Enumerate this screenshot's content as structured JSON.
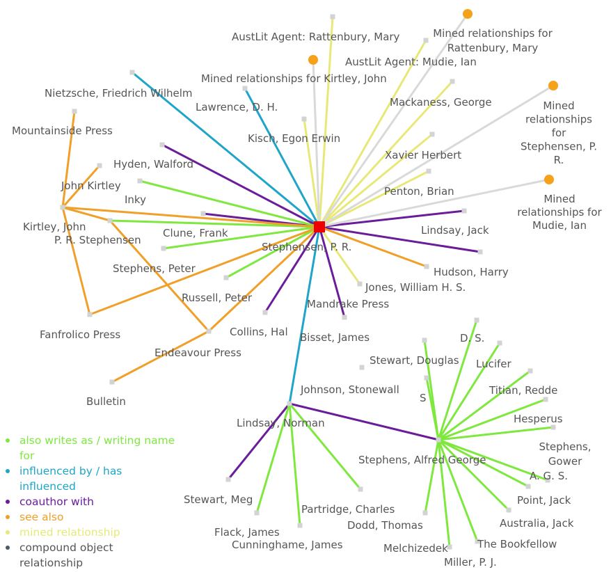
{
  "colors": {
    "writing_name": "#7ee83f",
    "influenced": "#1ea5c8",
    "coauthor": "#6a1c9a",
    "see_also": "#f0a028",
    "mined": "#e8e878",
    "compound": "#4a5a6a",
    "mined_group": "#d9d9d9",
    "node": "#d3d3d3",
    "focus": "#ee0000",
    "mined_dot": "#f5a21a",
    "label": "#555555"
  },
  "legend": [
    {
      "key": "writing_name",
      "label": "also writes as / writing name for"
    },
    {
      "key": "influenced",
      "label": "influenced by / has influenced"
    },
    {
      "key": "coauthor",
      "label": "coauthor with"
    },
    {
      "key": "see_also",
      "label": "see also"
    },
    {
      "key": "mined",
      "label": "mined relationship"
    },
    {
      "key": "compound",
      "label": "compound object relationship"
    }
  ],
  "nodes": [
    {
      "id": "stephensen",
      "label": "Stephensen, P. R.",
      "kind": "focus"
    },
    {
      "id": "rattenbury_agent",
      "label": "AustLit Agent: Rattenbury, Mary",
      "kind": "person"
    },
    {
      "id": "mined_rattenbury",
      "label": "Mined relationships for Rattenbury, Mary",
      "kind": "mined"
    },
    {
      "id": "mudie_agent",
      "label": "AustLit Agent: Mudie, Ian",
      "kind": "person"
    },
    {
      "id": "mined_kirtley",
      "label": "Mined relationships for Kirtley, John",
      "kind": "mined"
    },
    {
      "id": "nietzsche",
      "label": "Nietzsche, Friedrich Wilhelm",
      "kind": "person"
    },
    {
      "id": "lawrence",
      "label": "Lawrence, D. H.",
      "kind": "person"
    },
    {
      "id": "mackaness",
      "label": "Mackaness, George",
      "kind": "person"
    },
    {
      "id": "mined_stephensen",
      "label": "Mined relationships for Stephensen, P. R.",
      "kind": "mined"
    },
    {
      "id": "mountainside",
      "label": "Mountainside Press",
      "kind": "person"
    },
    {
      "id": "kisch",
      "label": "Kisch, Egon Erwin",
      "kind": "person"
    },
    {
      "id": "xavier",
      "label": "Xavier Herbert",
      "kind": "person"
    },
    {
      "id": "hyden",
      "label": "Hyden, Walford",
      "kind": "person"
    },
    {
      "id": "john_kirtley",
      "label": "John Kirtley",
      "kind": "person"
    },
    {
      "id": "inky",
      "label": "Inky",
      "kind": "person"
    },
    {
      "id": "penton",
      "label": "Penton, Brian",
      "kind": "person"
    },
    {
      "id": "mined_mudie",
      "label": "Mined relationships for Mudie, Ian",
      "kind": "mined"
    },
    {
      "id": "kirtley_john",
      "label": "Kirtley, John",
      "kind": "person"
    },
    {
      "id": "prs_alias",
      "label": "P. R. Stephensen",
      "kind": "person"
    },
    {
      "id": "clune",
      "label": "Clune, Frank",
      "kind": "person"
    },
    {
      "id": "lindsay_jack",
      "label": "Lindsay, Jack",
      "kind": "person"
    },
    {
      "id": "stephens_peter",
      "label": "Stephens, Peter",
      "kind": "person"
    },
    {
      "id": "hudson",
      "label": "Hudson, Harry",
      "kind": "person"
    },
    {
      "id": "jones",
      "label": "Jones, William H. S.",
      "kind": "person"
    },
    {
      "id": "russell",
      "label": "Russell, Peter",
      "kind": "person"
    },
    {
      "id": "mandrake",
      "label": "Mandrake Press",
      "kind": "person"
    },
    {
      "id": "fanfrolico",
      "label": "Fanfrolico Press",
      "kind": "person"
    },
    {
      "id": "collins",
      "label": "Collins, Hal",
      "kind": "person"
    },
    {
      "id": "bisset",
      "label": "Bisset, James",
      "kind": "person"
    },
    {
      "id": "endeavour",
      "label": "Endeavour Press",
      "kind": "person"
    },
    {
      "id": "ds",
      "label": "D. S.",
      "kind": "person"
    },
    {
      "id": "stewart_douglas",
      "label": "Stewart, Douglas",
      "kind": "person"
    },
    {
      "id": "lucifer",
      "label": "Lucifer",
      "kind": "person"
    },
    {
      "id": "bulletin",
      "label": "Bulletin",
      "kind": "person"
    },
    {
      "id": "johnson",
      "label": "Johnson, Stonewall",
      "kind": "person"
    },
    {
      "id": "s",
      "label": "S",
      "kind": "person"
    },
    {
      "id": "titian",
      "label": "Titian, Redde",
      "kind": "person"
    },
    {
      "id": "hesperus",
      "label": "Hesperus",
      "kind": "person"
    },
    {
      "id": "lindsay_norman",
      "label": "Lindsay, Norman",
      "kind": "person"
    },
    {
      "id": "stephens_gower",
      "label": "Stephens, Gower",
      "kind": "person"
    },
    {
      "id": "stephens_ag",
      "label": "Stephens, Alfred George",
      "kind": "person"
    },
    {
      "id": "ags",
      "label": "A. G. S.",
      "kind": "person"
    },
    {
      "id": "stewart_meg",
      "label": "Stewart, Meg",
      "kind": "person"
    },
    {
      "id": "point",
      "label": "Point, Jack",
      "kind": "person"
    },
    {
      "id": "partridge",
      "label": "Partridge, Charles",
      "kind": "person"
    },
    {
      "id": "australia",
      "label": "Australia, Jack",
      "kind": "person"
    },
    {
      "id": "dodd",
      "label": "Dodd, Thomas",
      "kind": "person"
    },
    {
      "id": "flack",
      "label": "Flack, James",
      "kind": "person"
    },
    {
      "id": "bookfellow",
      "label": "The Bookfellow",
      "kind": "person"
    },
    {
      "id": "cunninghame",
      "label": "Cunninghame, James",
      "kind": "person"
    },
    {
      "id": "melchizedek",
      "label": "Melchizedek",
      "kind": "person"
    },
    {
      "id": "miller",
      "label": "Miller, P. J.",
      "kind": "person"
    }
  ],
  "edges": [
    {
      "from": "stephensen",
      "to": "nietzsche",
      "type": "influenced"
    },
    {
      "from": "stephensen",
      "to": "lawrence",
      "type": "influenced"
    },
    {
      "from": "stephensen",
      "to": "lindsay_norman",
      "type": "influenced"
    },
    {
      "from": "stephensen",
      "to": "hyden",
      "type": "coauthor"
    },
    {
      "from": "stephensen",
      "to": "clune",
      "type": "coauthor"
    },
    {
      "from": "stephensen",
      "to": "lindsay_jack",
      "type": "coauthor"
    },
    {
      "from": "stephensen",
      "to": "hudson",
      "type": "coauthor"
    },
    {
      "from": "stephensen",
      "to": "collins",
      "type": "coauthor"
    },
    {
      "from": "stephensen",
      "to": "bisset",
      "type": "coauthor"
    },
    {
      "from": "stephensen",
      "to": "inky",
      "type": "writing_name"
    },
    {
      "from": "stephensen",
      "to": "prs_alias",
      "type": "writing_name"
    },
    {
      "from": "stephensen",
      "to": "stephens_peter",
      "type": "writing_name"
    },
    {
      "from": "stephensen",
      "to": "russell",
      "type": "writing_name"
    },
    {
      "from": "stephensen",
      "to": "kirtley_john",
      "type": "see_also"
    },
    {
      "from": "stephensen",
      "to": "fanfrolico",
      "type": "see_also"
    },
    {
      "from": "stephensen",
      "to": "jones",
      "type": "see_also"
    },
    {
      "from": "stephensen",
      "to": "endeavour",
      "type": "see_also"
    },
    {
      "from": "stephensen",
      "to": "rattenbury_agent",
      "type": "mined"
    },
    {
      "from": "stephensen",
      "to": "mudie_agent",
      "type": "mined"
    },
    {
      "from": "stephensen",
      "to": "kisch",
      "type": "mined"
    },
    {
      "from": "stephensen",
      "to": "mackaness",
      "type": "mined"
    },
    {
      "from": "stephensen",
      "to": "xavier",
      "type": "mined"
    },
    {
      "from": "stephensen",
      "to": "penton",
      "type": "mined"
    },
    {
      "from": "stephensen",
      "to": "mandrake",
      "type": "mined"
    },
    {
      "from": "stephensen",
      "to": "mined_rattenbury",
      "type": "mined_group"
    },
    {
      "from": "stephensen",
      "to": "mined_kirtley",
      "type": "mined_group"
    },
    {
      "from": "stephensen",
      "to": "mined_stephensen",
      "type": "mined_group"
    },
    {
      "from": "stephensen",
      "to": "mined_mudie",
      "type": "mined_group"
    },
    {
      "from": "kirtley_john",
      "to": "mountainside",
      "type": "see_also"
    },
    {
      "from": "kirtley_john",
      "to": "john_kirtley",
      "type": "see_also"
    },
    {
      "from": "kirtley_john",
      "to": "fanfrolico",
      "type": "see_also"
    },
    {
      "from": "kirtley_john",
      "to": "prs_alias",
      "type": "see_also"
    },
    {
      "from": "prs_alias",
      "to": "endeavour",
      "type": "see_also"
    },
    {
      "from": "endeavour",
      "to": "bulletin",
      "type": "see_also"
    },
    {
      "from": "lindsay_norman",
      "to": "stewart_meg",
      "type": "coauthor"
    },
    {
      "from": "lindsay_norman",
      "to": "stephens_ag",
      "type": "coauthor"
    },
    {
      "from": "lindsay_norman",
      "to": "partridge",
      "type": "writing_name"
    },
    {
      "from": "lindsay_norman",
      "to": "flack",
      "type": "writing_name"
    },
    {
      "from": "lindsay_norman",
      "to": "cunninghame",
      "type": "writing_name"
    },
    {
      "from": "stephens_ag",
      "to": "ds",
      "type": "writing_name"
    },
    {
      "from": "stephens_ag",
      "to": "stewart_douglas",
      "type": "writing_name"
    },
    {
      "from": "stephens_ag",
      "to": "s",
      "type": "writing_name"
    },
    {
      "from": "stephens_ag",
      "to": "lucifer",
      "type": "writing_name"
    },
    {
      "from": "stephens_ag",
      "to": "titian",
      "type": "writing_name"
    },
    {
      "from": "stephens_ag",
      "to": "hesperus",
      "type": "writing_name"
    },
    {
      "from": "stephens_ag",
      "to": "stephens_gower",
      "type": "writing_name"
    },
    {
      "from": "stephens_ag",
      "to": "ags",
      "type": "writing_name"
    },
    {
      "from": "stephens_ag",
      "to": "point",
      "type": "writing_name"
    },
    {
      "from": "stephens_ag",
      "to": "australia",
      "type": "writing_name"
    },
    {
      "from": "stephens_ag",
      "to": "bookfellow",
      "type": "writing_name"
    },
    {
      "from": "stephens_ag",
      "to": "melchizedek",
      "type": "writing_name"
    },
    {
      "from": "stephens_ag",
      "to": "dodd",
      "type": "writing_name"
    }
  ]
}
